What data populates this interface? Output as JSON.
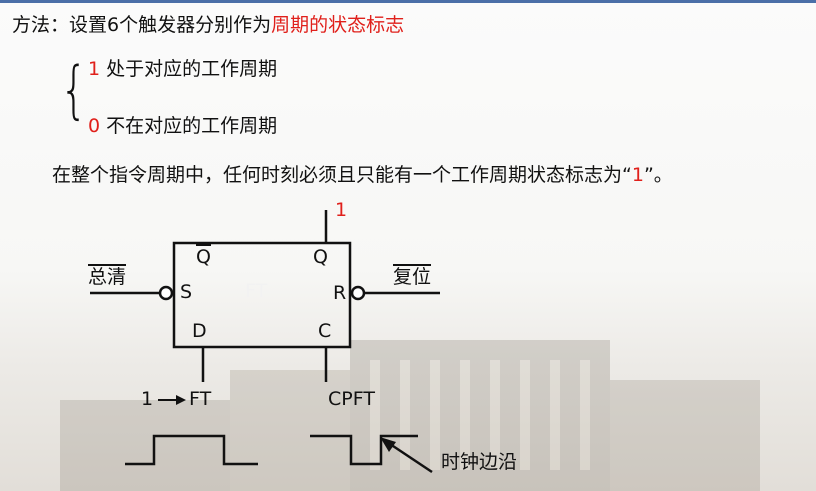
{
  "heading": {
    "prefix": "方法：设置6个触发器分别作为",
    "highlight": "周期的状态标志"
  },
  "options": [
    {
      "value": "1",
      "text": " 处于对应的工作周期"
    },
    {
      "value": "0",
      "text": " 不在对应的工作周期"
    }
  ],
  "rule": {
    "prefix": "在整个指令周期中，任何时刻必须且只能有一个工作周期状态标志为“",
    "value": "1",
    "suffix": "”。"
  },
  "flipflop": {
    "name": "FT",
    "pins": {
      "qbar": "Q",
      "q": "Q",
      "s": "S",
      "r": "R",
      "d": "D",
      "c": "C"
    },
    "q_output": "1",
    "set_input": "总清",
    "reset_input": "复位",
    "d_input": "1",
    "d_input_target": "FT",
    "clock_input": "CPFT",
    "clock_edge_label": "时钟边沿"
  },
  "colors": {
    "highlight": "#e0201b",
    "topbar": "#4b6fa8"
  }
}
